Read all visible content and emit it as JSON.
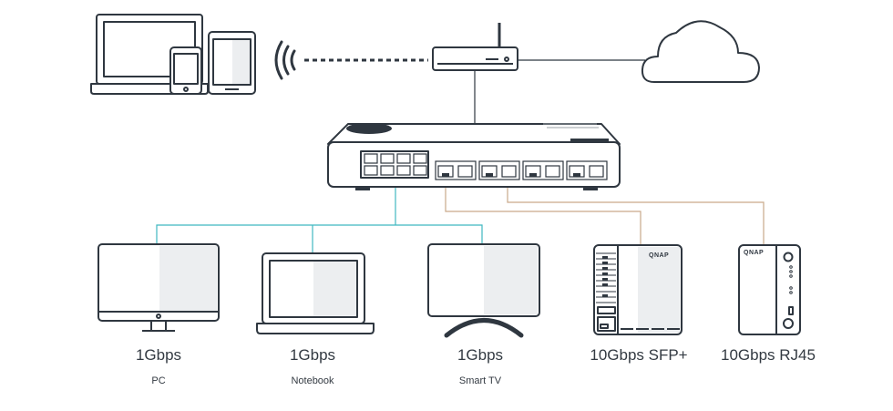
{
  "colors": {
    "stroke": "#2f3740",
    "lan": "#3fb8c0",
    "ten_gig": "#c9a98a",
    "fill": "#eceef0"
  },
  "devices": [
    {
      "speed": "1Gbps",
      "name": "PC"
    },
    {
      "speed": "1Gbps",
      "name": "Notebook"
    },
    {
      "speed": "1Gbps",
      "name": "Smart TV"
    },
    {
      "speed": "10Gbps SFP+",
      "name": ""
    },
    {
      "speed": "10Gbps RJ45",
      "name": ""
    }
  ],
  "icons": [
    "laptop-icon",
    "phone-icon",
    "tablet-icon",
    "wifi-icon",
    "router-icon",
    "cloud-icon",
    "switch-icon",
    "monitor-icon",
    "notebook-icon",
    "tv-icon",
    "nas-icon"
  ],
  "nas_logo": "QNAP"
}
